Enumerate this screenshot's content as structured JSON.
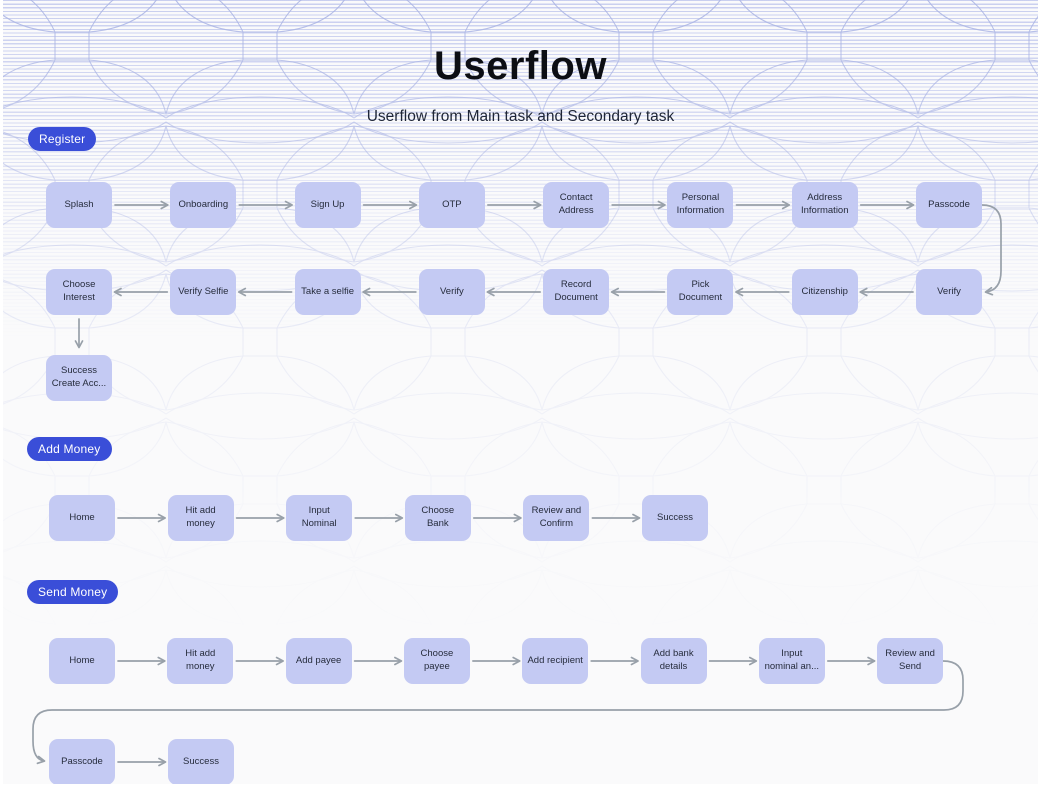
{
  "page": {
    "title": "Userflow",
    "subtitle": "Userflow from Main task and Secondary task"
  },
  "colors": {
    "badge_blue": "#3a4ed8",
    "node_fill": "#c4caf3",
    "node_text": "#262c3c",
    "arrow_gray": "#98a0a9",
    "background": "#fafafb",
    "stripe_blue": "#586cd4",
    "title_text": "#0c0e14"
  },
  "sections": [
    {
      "badge": "Register",
      "rows": [
        {
          "direction": "right",
          "nodes": [
            "Splash",
            "Onboarding",
            "Sign Up",
            "OTP",
            "Contact Address",
            "Personal Information",
            "Address Information",
            "Passcode"
          ]
        },
        {
          "direction": "left",
          "nodes": [
            "Choose Interest",
            "Verify Selfie",
            "Take a selfie",
            "Verify",
            "Record Document",
            "Pick Document",
            "Citizenship",
            "Verify"
          ]
        },
        {
          "direction": "none",
          "nodes": [
            "Success Create Acc..."
          ]
        }
      ],
      "connectors": [
        {
          "from": "Passcode",
          "to": "Verify",
          "shape": "right-side-down"
        },
        {
          "from": "Choose Interest",
          "to": "Success Create Acc...",
          "shape": "down"
        }
      ]
    },
    {
      "badge": "Add Money",
      "rows": [
        {
          "direction": "right",
          "nodes": [
            "Home",
            "Hit add money",
            "Input Nominal",
            "Choose Bank",
            "Review and Confirm",
            "Success"
          ]
        }
      ],
      "connectors": []
    },
    {
      "badge": "Send Money",
      "rows": [
        {
          "direction": "right",
          "nodes": [
            "Home",
            "Hit add money",
            "Add payee",
            "Choose payee",
            "Add recipient",
            "Add bank details",
            "Input nominal an...",
            "Review and Send"
          ]
        },
        {
          "direction": "right",
          "nodes": [
            "Passcode",
            "Success"
          ]
        }
      ],
      "connectors": [
        {
          "from": "Review and Send",
          "to": "Passcode",
          "shape": "right-down-left-wrap"
        }
      ]
    }
  ]
}
